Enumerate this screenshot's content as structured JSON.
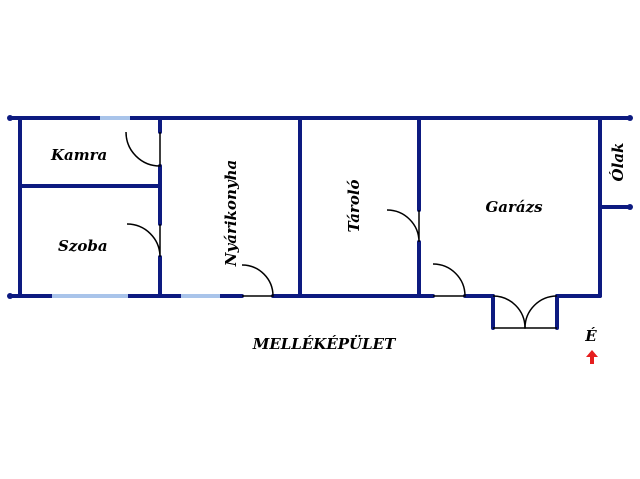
{
  "plan": {
    "building_name": "MELLÉKÉPÜLET",
    "rooms": {
      "kamra": "Kamra",
      "szoba": "Szoba",
      "nyarikonyha": "Nyárikonyha",
      "tarolo": "Tároló",
      "garazs": "Garázs",
      "olak": "Ólak"
    },
    "compass_label": "É"
  },
  "colors": {
    "wall": "#0d1a80",
    "window": "#a9c4ea",
    "door": "#000000",
    "north_arrow": "#e51e1e"
  }
}
